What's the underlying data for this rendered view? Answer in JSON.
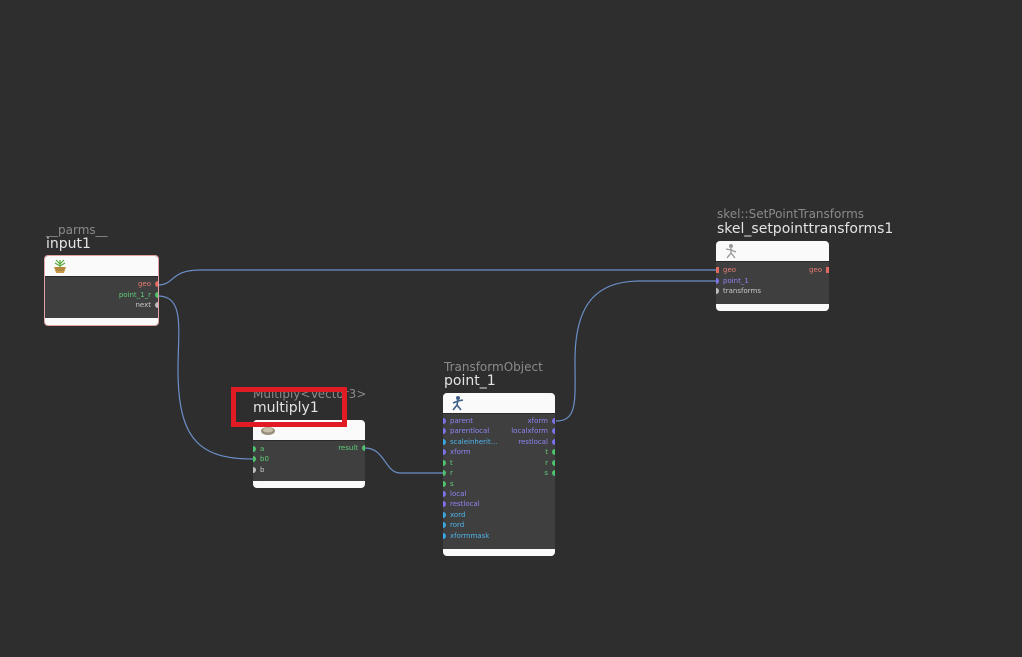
{
  "colors": {
    "background": "#2e2e2e",
    "wire": "#6b8fc8",
    "geo_port": "#e06a60",
    "float_port": "#4fc26c",
    "matrix_port": "#7d72ea",
    "int_port": "#3aa7e4",
    "generic_port": "#bdbdbd",
    "highlight": "#e01b24",
    "input_border": "#e3a3a3"
  },
  "nodes": {
    "input1": {
      "type": "__parms__",
      "name": "input1",
      "icon": "basket-plant-icon",
      "outputs": [
        {
          "label": "geo"
        },
        {
          "label": "point_1_r"
        },
        {
          "label": "next"
        }
      ]
    },
    "multiply1": {
      "type": "Multiply<Vector3>",
      "name": "multiply1",
      "icon": "multiply-icon",
      "inputs": [
        {
          "label": "a"
        },
        {
          "label": "b0"
        },
        {
          "label": "b"
        }
      ],
      "outputs": [
        {
          "label": "result"
        }
      ]
    },
    "point_1": {
      "type": "TransformObject",
      "name": "point_1",
      "icon": "transform-figure-icon",
      "inputs": [
        {
          "label": "parent"
        },
        {
          "label": "parentlocal"
        },
        {
          "label": "scaleinherit..."
        },
        {
          "label": "xform"
        },
        {
          "label": "t"
        },
        {
          "label": "r"
        },
        {
          "label": "s"
        },
        {
          "label": "local"
        },
        {
          "label": "restlocal"
        },
        {
          "label": "xord"
        },
        {
          "label": "rord"
        },
        {
          "label": "xformmask"
        }
      ],
      "outputs": [
        {
          "label": "xform"
        },
        {
          "label": "localxform"
        },
        {
          "label": "restlocal"
        },
        {
          "label": "t"
        },
        {
          "label": "r"
        },
        {
          "label": "s"
        }
      ]
    },
    "skel": {
      "type": "skel::SetPointTransforms",
      "name": "skel_setpointtransforms1",
      "icon": "skeleton-figure-icon",
      "inputs": [
        {
          "label": "geo"
        },
        {
          "label": "point_1"
        },
        {
          "label": "transforms"
        }
      ],
      "outputs": [
        {
          "label": "geo"
        }
      ]
    }
  }
}
